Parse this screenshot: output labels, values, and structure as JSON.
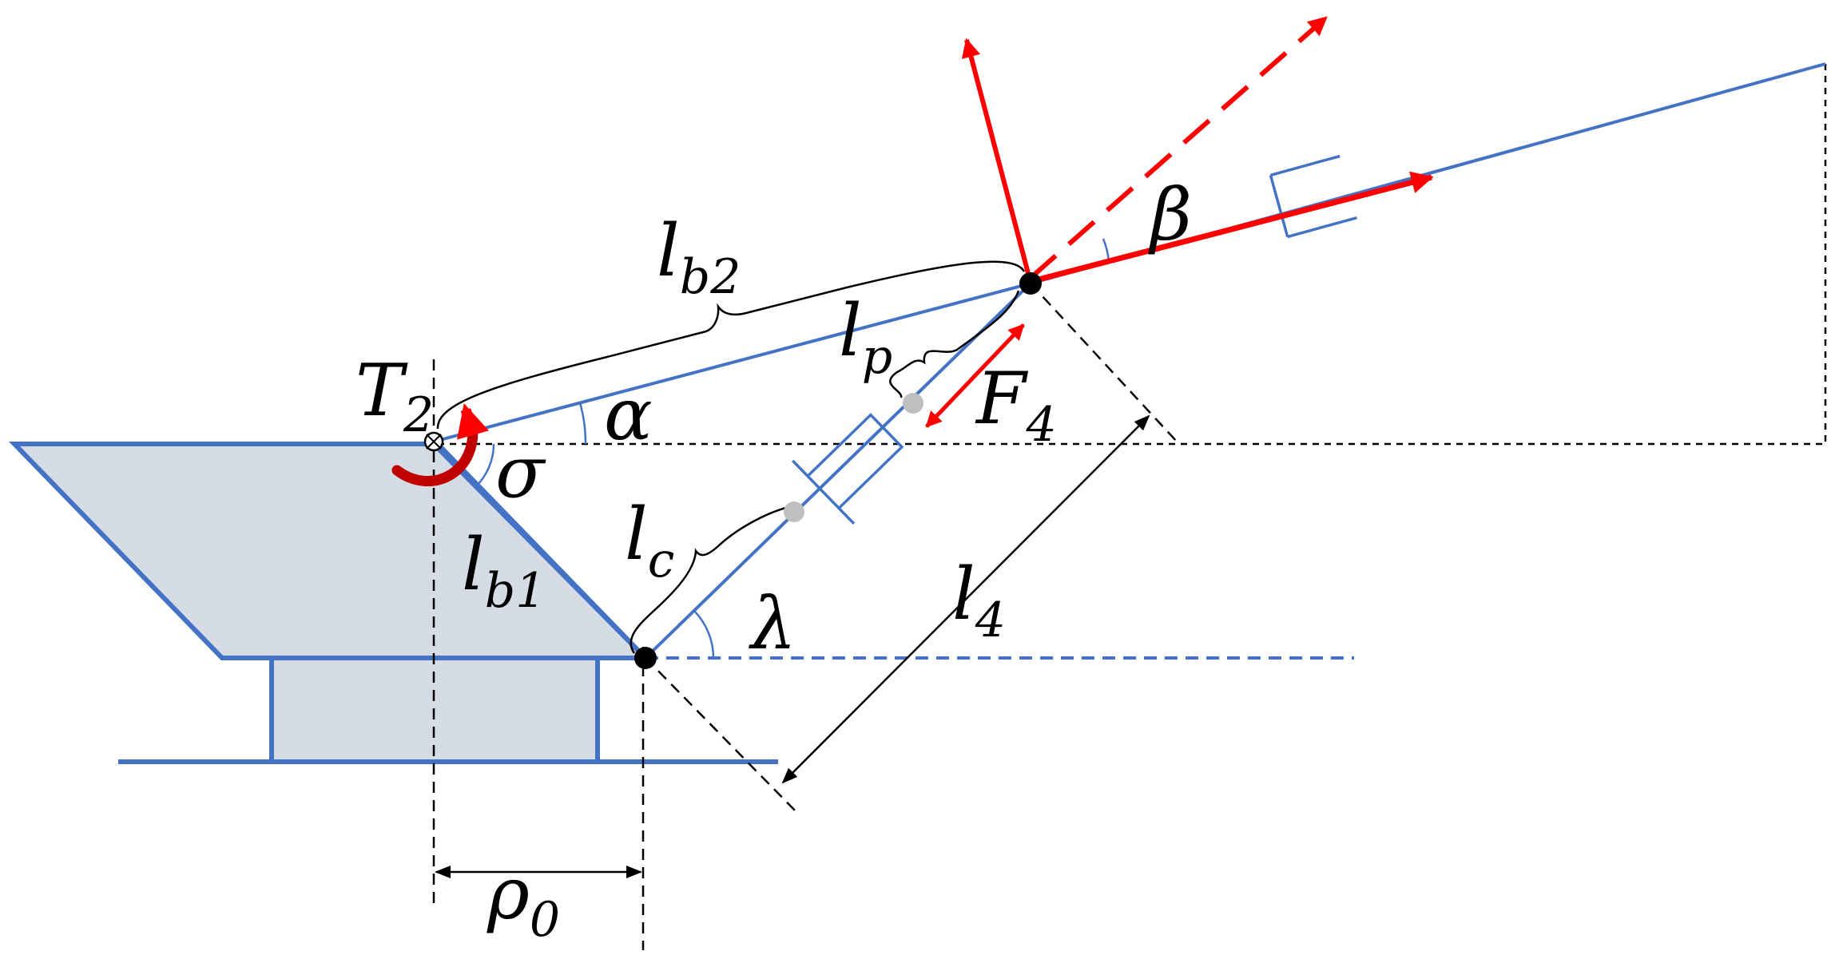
{
  "colors": {
    "structure": "#4472C4",
    "base_fill": "#D6DCE5",
    "force": "#FF0000",
    "torque": "#C00000",
    "dim": "#000000",
    "joint_gray": "#BFBFBF"
  },
  "labels": {
    "T2": {
      "main": "T",
      "sub": "2"
    },
    "alpha": {
      "main": "α",
      "sub": ""
    },
    "sigma": {
      "main": "σ",
      "sub": ""
    },
    "lb1": {
      "main": "l",
      "sub": "b1"
    },
    "lb2": {
      "main": "l",
      "sub": "b2"
    },
    "lp": {
      "main": "l",
      "sub": "p"
    },
    "lc": {
      "main": "l",
      "sub": "c"
    },
    "lambda": {
      "main": "λ",
      "sub": ""
    },
    "l4": {
      "main": "l",
      "sub": "4"
    },
    "F4": {
      "main": "F",
      "sub": "4"
    },
    "beta": {
      "main": "β",
      "sub": ""
    },
    "rho0": {
      "main": "ρ",
      "sub": "0"
    }
  },
  "icons": {
    "hinge": "pivot-hinge-icon",
    "joint": "black-joint-icon",
    "torque": "curved-torque-arrow-icon"
  }
}
